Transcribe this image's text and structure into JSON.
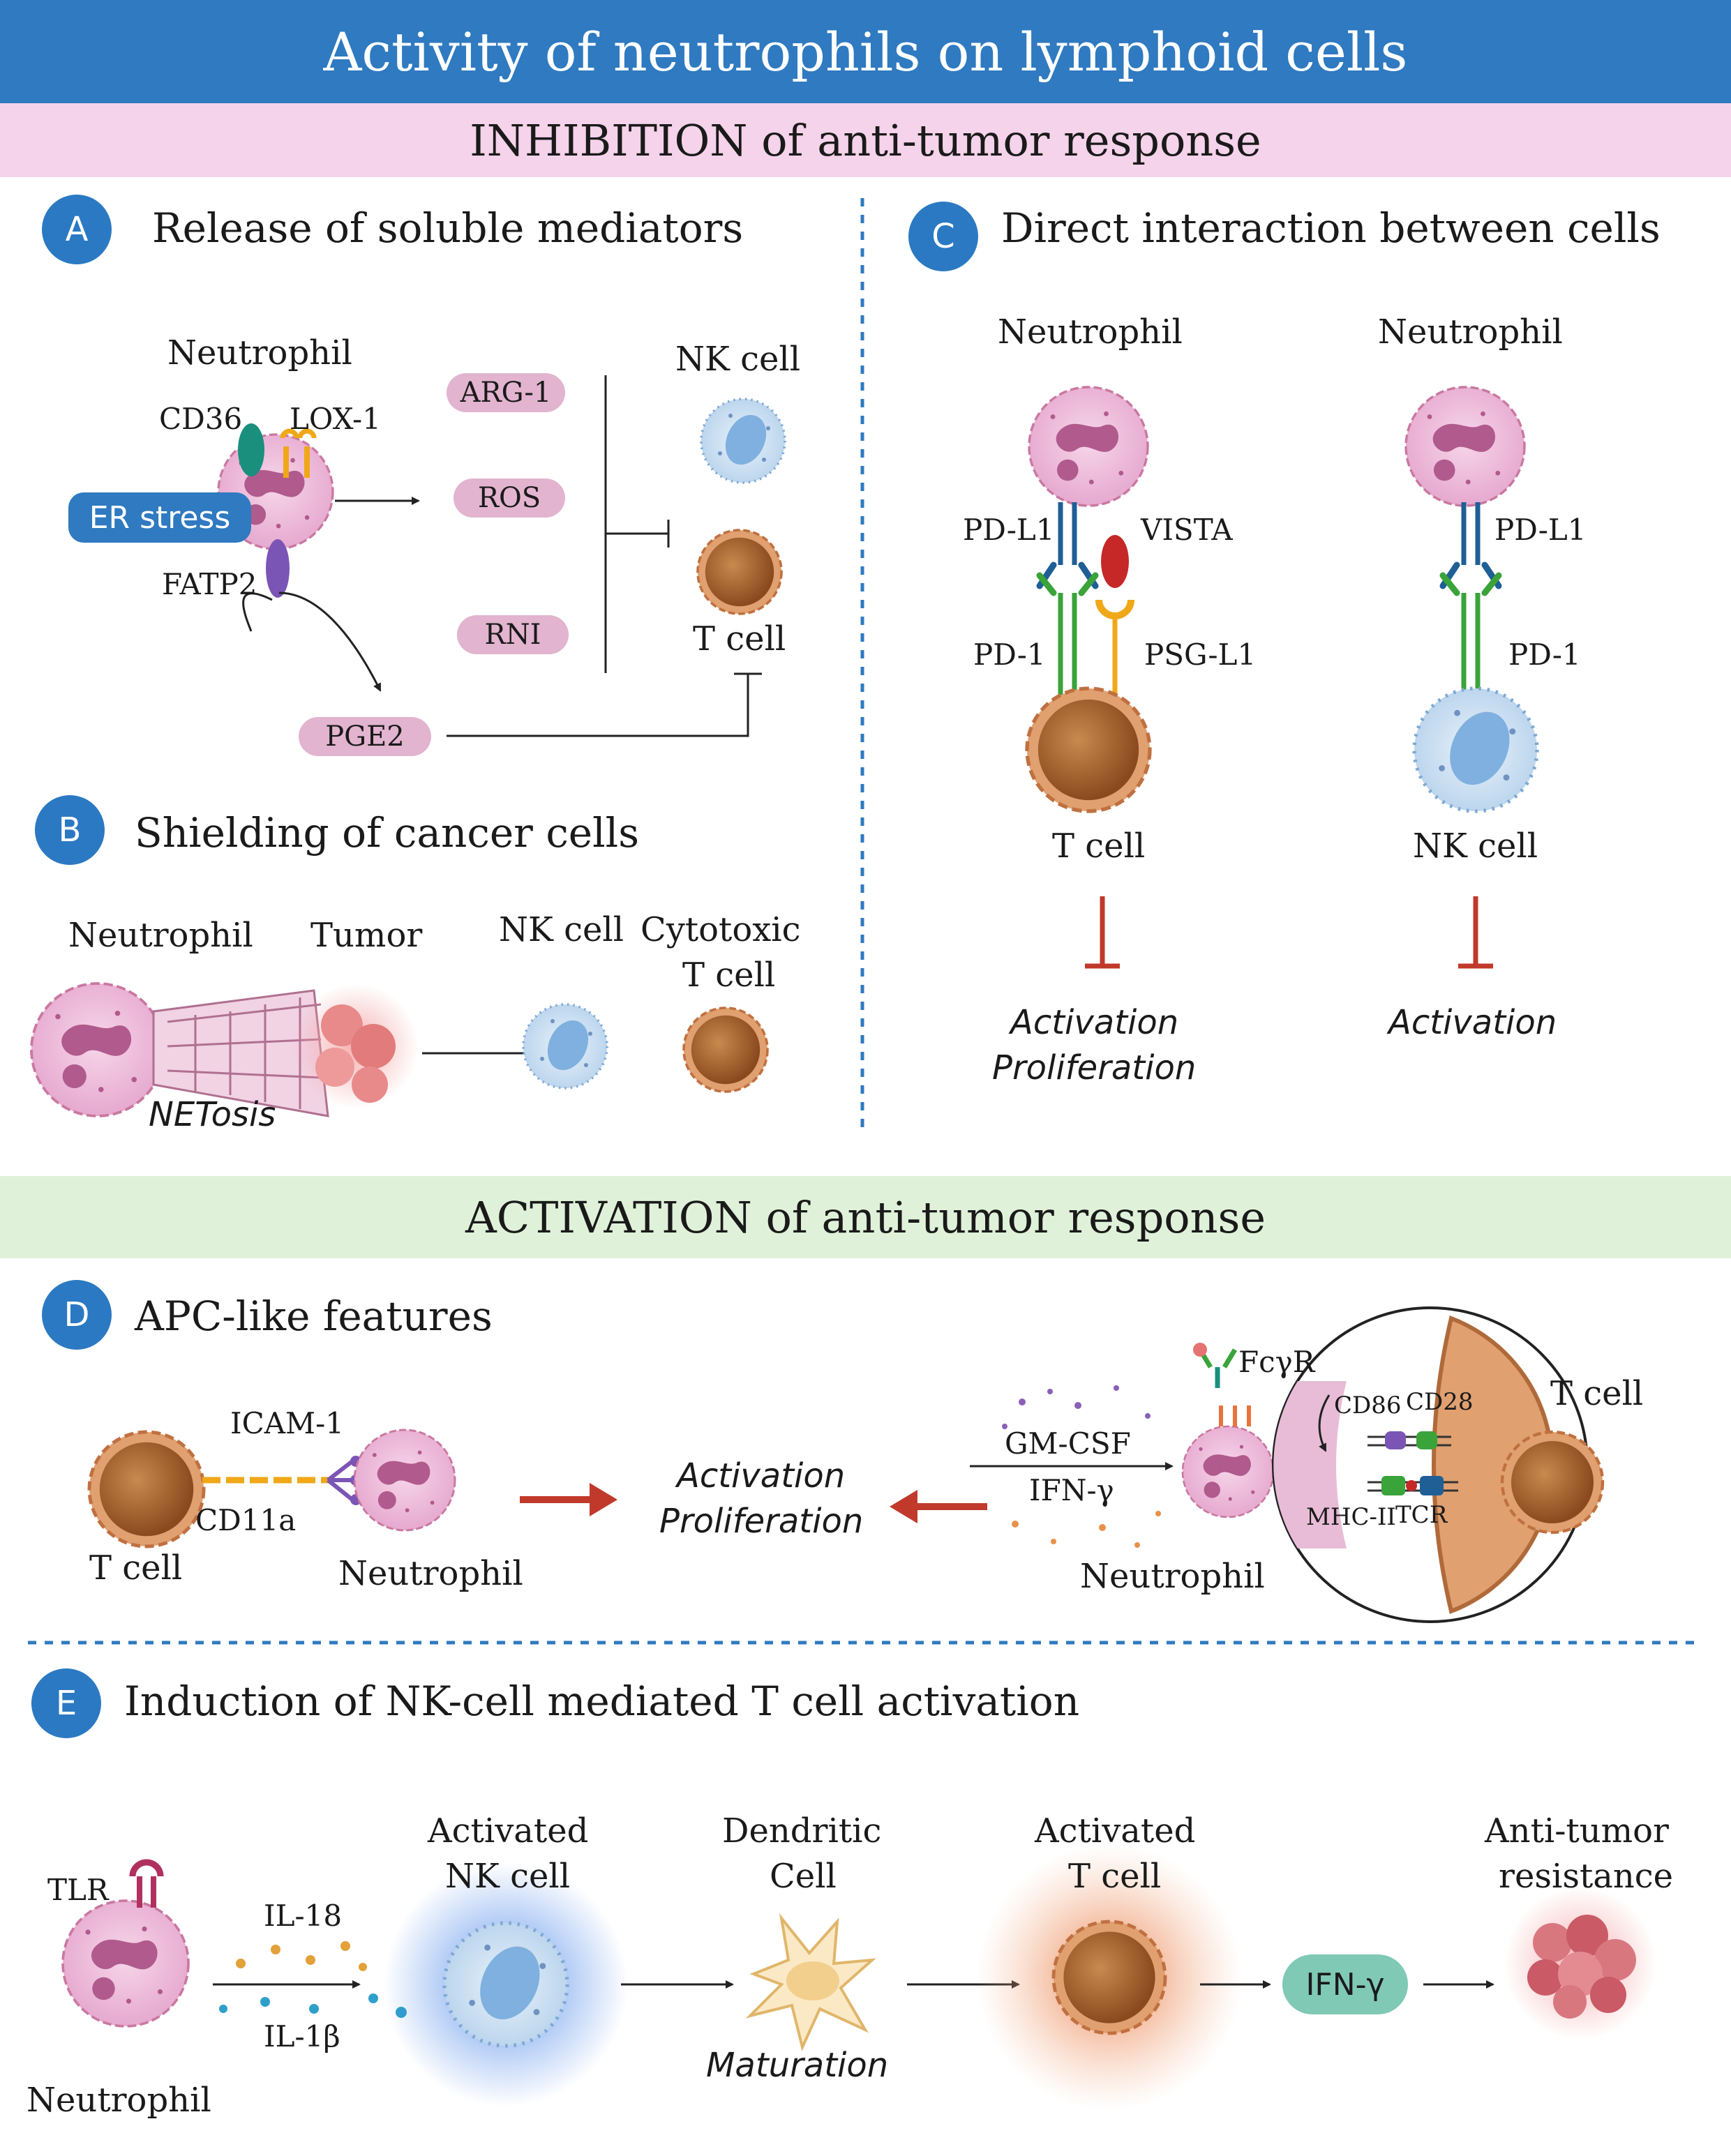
{
  "title": "Activity of neutrophils on lymphoid cells",
  "inhibition_header": "INHIBITION of anti-tumor response",
  "activation_header": "ACTIVATION of anti-tumor response",
  "panel_a": {
    "letter": "A",
    "title": "Release of soluble mediators",
    "neutrophil": "Neutrophil",
    "cd36": "CD36",
    "lox1": "LOX-1",
    "er_stress": "ER stress",
    "fatp2": "FATP2",
    "arg1": "ARG-1",
    "ros": "ROS",
    "rni": "RNI",
    "pge2": "PGE2",
    "nk_cell": "NK cell",
    "t_cell": "T cell"
  },
  "panel_b": {
    "letter": "B",
    "title": "Shielding of cancer cells",
    "neutrophil": "Neutrophil",
    "tumor": "Tumor",
    "nk_cell": "NK cell",
    "cytotoxic_line1": "Cytotoxic",
    "cytotoxic_line2": "T cell",
    "netosis": "NETosis"
  },
  "panel_c": {
    "letter": "C",
    "title": "Direct interaction between cells",
    "left": {
      "neutrophil": "Neutrophil",
      "pdl1": "PD-L1",
      "vista": "VISTA",
      "pd1": "PD-1",
      "psgl1": "PSG-L1",
      "cell": "T cell",
      "outcome1": "Activation",
      "outcome2": "Proliferation"
    },
    "right": {
      "neutrophil": "Neutrophil",
      "pdl1": "PD-L1",
      "pd1": "PD-1",
      "cell": "NK cell",
      "outcome1": "Activation"
    }
  },
  "panel_d": {
    "letter": "D",
    "title": "APC-like features",
    "t_cell_left": "T cell",
    "icam1": "ICAM-1",
    "cd11a": "CD11a",
    "neutrophil_left": "Neutrophil",
    "outcome1": "Activation",
    "outcome2": "Proliferation",
    "gmcsf": "GM-CSF",
    "ifng": "IFN-γ",
    "fcgr": "FcγR",
    "cd86": "CD86",
    "cd28": "CD28",
    "mhc2": "MHC-II",
    "tcr": "TCR",
    "t_cell_right": "T cell",
    "neutrophil_right": "Neutrophil"
  },
  "panel_e": {
    "letter": "E",
    "title": "Induction of NK-cell mediated T cell activation",
    "tlr": "TLR",
    "neutrophil": "Neutrophil",
    "il18": "IL-18",
    "il1b": "IL-1β",
    "nk_line1": "Activated",
    "nk_line2": "NK cell",
    "dc_line1": "Dendritic",
    "dc_line2": "Cell",
    "maturation": "Maturation",
    "t_line1": "Activated",
    "t_line2": "T cell",
    "ifng": "IFN-γ",
    "res_line1": "Anti-tumor",
    "res_line2": "resistance"
  },
  "colors": {
    "title_bar": "#2f7ac0",
    "inhibition_bar": "#f5d3ea",
    "activation_bar": "#dff2d9",
    "letter_circle": "#2b79c2",
    "mediator_pill": "#e2b4cf",
    "inhibit_red": "#c0392b",
    "ifn_pill": "#7fc9b5"
  }
}
